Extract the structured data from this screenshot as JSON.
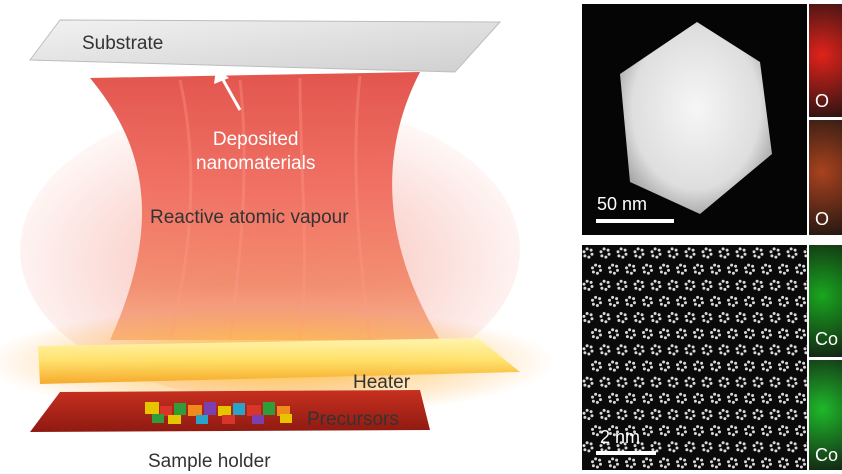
{
  "schematic": {
    "labels": {
      "substrate": "Substrate",
      "deposited": "Deposited\nnanomaterials",
      "vapour": "Reactive atomic vapour",
      "heater": "Heater",
      "precursors": "Precursors",
      "holder": "Sample holder"
    },
    "colors": {
      "substrate": "#dcdcdc",
      "vapour": "#e8453a",
      "heater_glow": "#ffd21e",
      "holder": "#b5241b"
    }
  },
  "micrographs": {
    "haadf_scale": "50 nm",
    "atomic_scale": "2 nm",
    "map_labels": [
      "O",
      "O",
      "Co",
      "Co"
    ],
    "map_colors": [
      "#e0231b",
      "#a9421e",
      "#19a61f",
      "#1fb82a"
    ]
  }
}
